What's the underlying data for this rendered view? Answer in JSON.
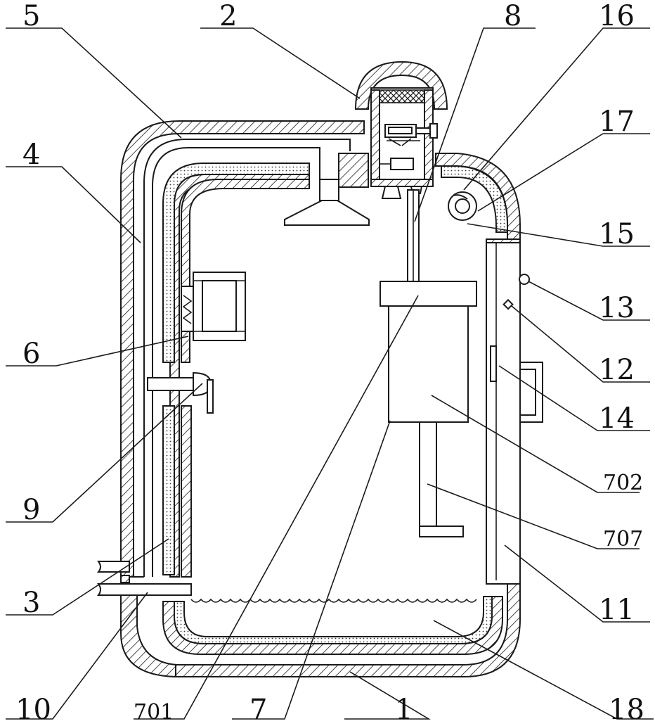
{
  "labels": {
    "l5": "5",
    "l2": "2",
    "l8": "8",
    "l16": "16",
    "l17": "17",
    "l4": "4",
    "l15": "15",
    "l13": "13",
    "l12": "12",
    "l6": "6",
    "l14": "14",
    "l702": "702",
    "l707": "707",
    "l9": "9",
    "l3": "3",
    "l11": "11",
    "l10": "10",
    "l701": "701",
    "l7": "7",
    "l1": "1",
    "l18": "18"
  }
}
